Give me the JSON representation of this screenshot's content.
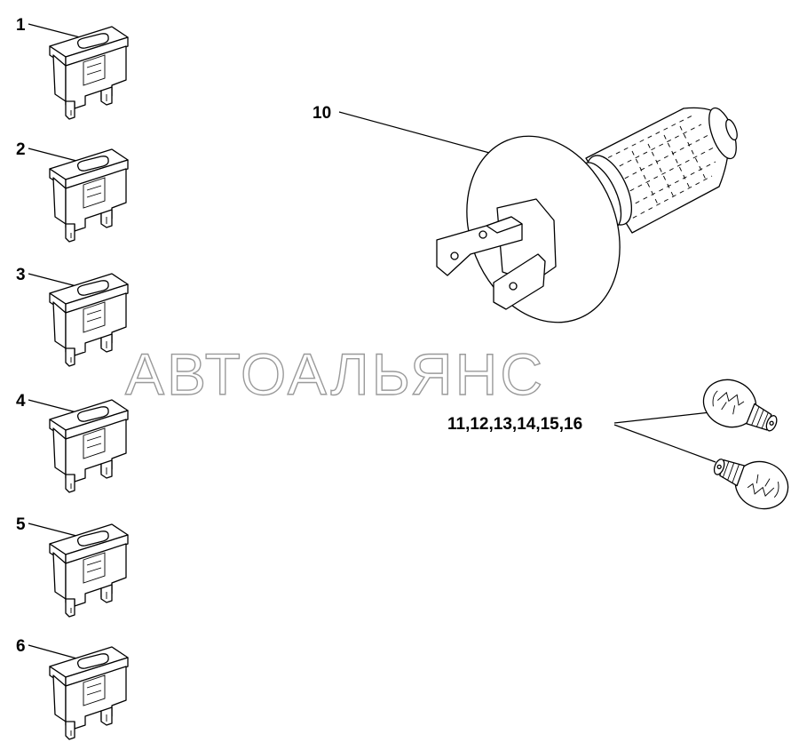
{
  "watermark": "АВТОАЛЬЯНС",
  "callouts": {
    "fuse_1": "1",
    "fuse_2": "2",
    "fuse_3": "3",
    "fuse_4": "4",
    "fuse_5": "5",
    "fuse_6": "6",
    "headlamp_bulb": "10",
    "signal_bulbs": "11,12,13,14,15,16"
  },
  "icons": {
    "fuse": "blade-fuse-icon",
    "headlamp": "h4-headlamp-bulb-icon",
    "signal": "bayonet-bulb-icon"
  }
}
